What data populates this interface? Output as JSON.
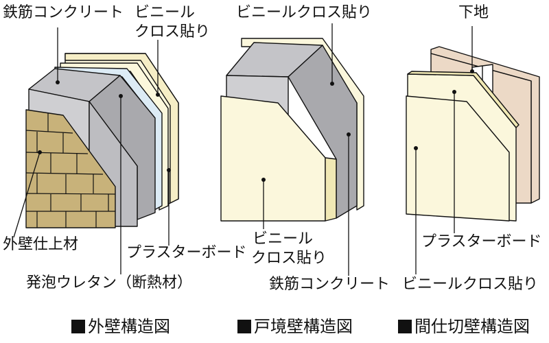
{
  "diagrams": [
    {
      "caption": "外壁構造図",
      "labels": {
        "concrete": "鉄筋コンクリート",
        "vinyl_line1": "ビニール",
        "vinyl_line2": "クロス貼り",
        "exterior_finish": "外壁仕上材",
        "plasterboard": "プラスターボード",
        "urethane": "発泡ウレタン（断熱材）"
      }
    },
    {
      "caption": "戸境壁構造図",
      "labels": {
        "vinyl_top": "ビニールクロス貼り",
        "vinyl_line1": "ビニール",
        "vinyl_line2": "クロス貼り",
        "concrete": "鉄筋コンクリート"
      }
    },
    {
      "caption": "間仕切壁構造図",
      "labels": {
        "base": "下地",
        "plasterboard": "プラスターボード",
        "vinyl": "ビニールクロス貼り"
      }
    }
  ],
  "colors": {
    "concrete_light": "#cfcfd2",
    "concrete_dark": "#a9a9ad",
    "board": "#fbf7dc",
    "board_edge": "#f0e8b4",
    "insulation": "#dcebf5",
    "brick": "#c8b27a",
    "wood": "#ecd9c6",
    "outline": "#111111"
  }
}
